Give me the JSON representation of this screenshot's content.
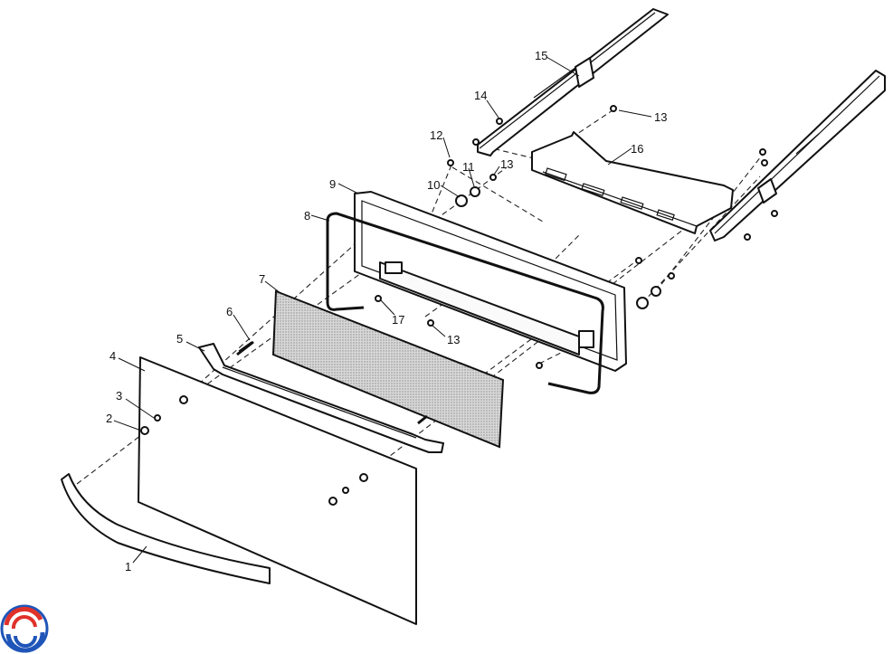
{
  "diagram": {
    "callouts": [
      {
        "id": "c1",
        "text": "1"
      },
      {
        "id": "c2",
        "text": "2"
      },
      {
        "id": "c3",
        "text": "3"
      },
      {
        "id": "c4",
        "text": "4"
      },
      {
        "id": "c5",
        "text": "5"
      },
      {
        "id": "c6",
        "text": "6"
      },
      {
        "id": "c7",
        "text": "7"
      },
      {
        "id": "c8",
        "text": "8"
      },
      {
        "id": "c9",
        "text": "9"
      },
      {
        "id": "c10",
        "text": "10"
      },
      {
        "id": "c11",
        "text": "11"
      },
      {
        "id": "c12",
        "text": "12"
      },
      {
        "id": "c13a",
        "text": "13"
      },
      {
        "id": "c13b",
        "text": "13"
      },
      {
        "id": "c13c",
        "text": "13"
      },
      {
        "id": "c14",
        "text": "14"
      },
      {
        "id": "c15",
        "text": "15"
      },
      {
        "id": "c16",
        "text": "16"
      },
      {
        "id": "c17",
        "text": "17"
      }
    ]
  },
  "logo": {
    "colors": {
      "red": "#e0312b",
      "blue": "#1f55b8"
    }
  }
}
